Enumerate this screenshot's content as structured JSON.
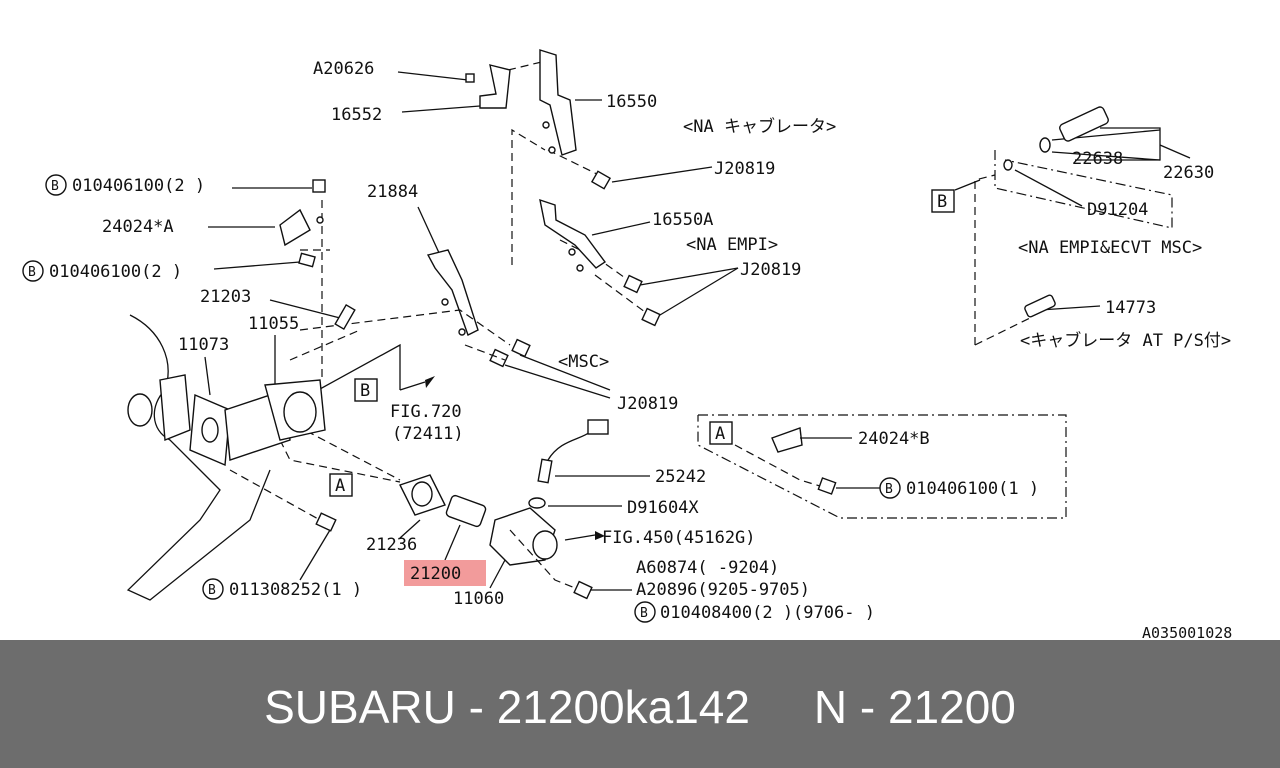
{
  "labels": {
    "a20626": "A20626",
    "p16552": "16552",
    "p16550": "16550",
    "na_carb": "<NA キャブレータ>",
    "j20819_top": "J20819",
    "p21884": "21884",
    "p16550a": "16550A",
    "na_empi": "<NA EMPI>",
    "j20819_mid": "J20819",
    "b010406100_top": "010406100(2  )",
    "p24024a": "24024*A",
    "b010406100_mid": "010406100(2  )",
    "p21203": "21203",
    "p11055": "11055",
    "p11073": "11073",
    "box_b_left": "B",
    "fig720": "FIG.720",
    "fig720_sub": "(72411)",
    "msc": "<MSC>",
    "j20819_low": "J20819",
    "box_a_right": "A",
    "p24024b": "24024*B",
    "b010406100_right": "010406100(1  )",
    "p25242": "25242",
    "d91604x": "D91604X",
    "box_a_left": "A",
    "fig450": "FIG.450(45162G)",
    "p21236": "21236",
    "p21200": "21200",
    "p11060": "11060",
    "a60874": "A60874(      -9204)",
    "a20896": "A20896(9205-9705)",
    "b010408400": "010408400(2 )(9706-      )",
    "b011308252": "011308252(1  )",
    "p22638": "22638",
    "p22630": "22630",
    "box_b_right": "B",
    "d91204": "D91204",
    "na_empi_ecvt": "<NA EMPI&ECVT MSC>",
    "p14773": "14773",
    "carb_at_ps": "<キャブレータ AT P/S付>",
    "catalog_code": "A035001028",
    "circle_b": "B"
  },
  "footer": {
    "text": "SUBARU - 21200ka142     N - 21200"
  },
  "colors": {
    "highlight": "#f08a8a",
    "footer_bg": "#6d6d6d"
  }
}
